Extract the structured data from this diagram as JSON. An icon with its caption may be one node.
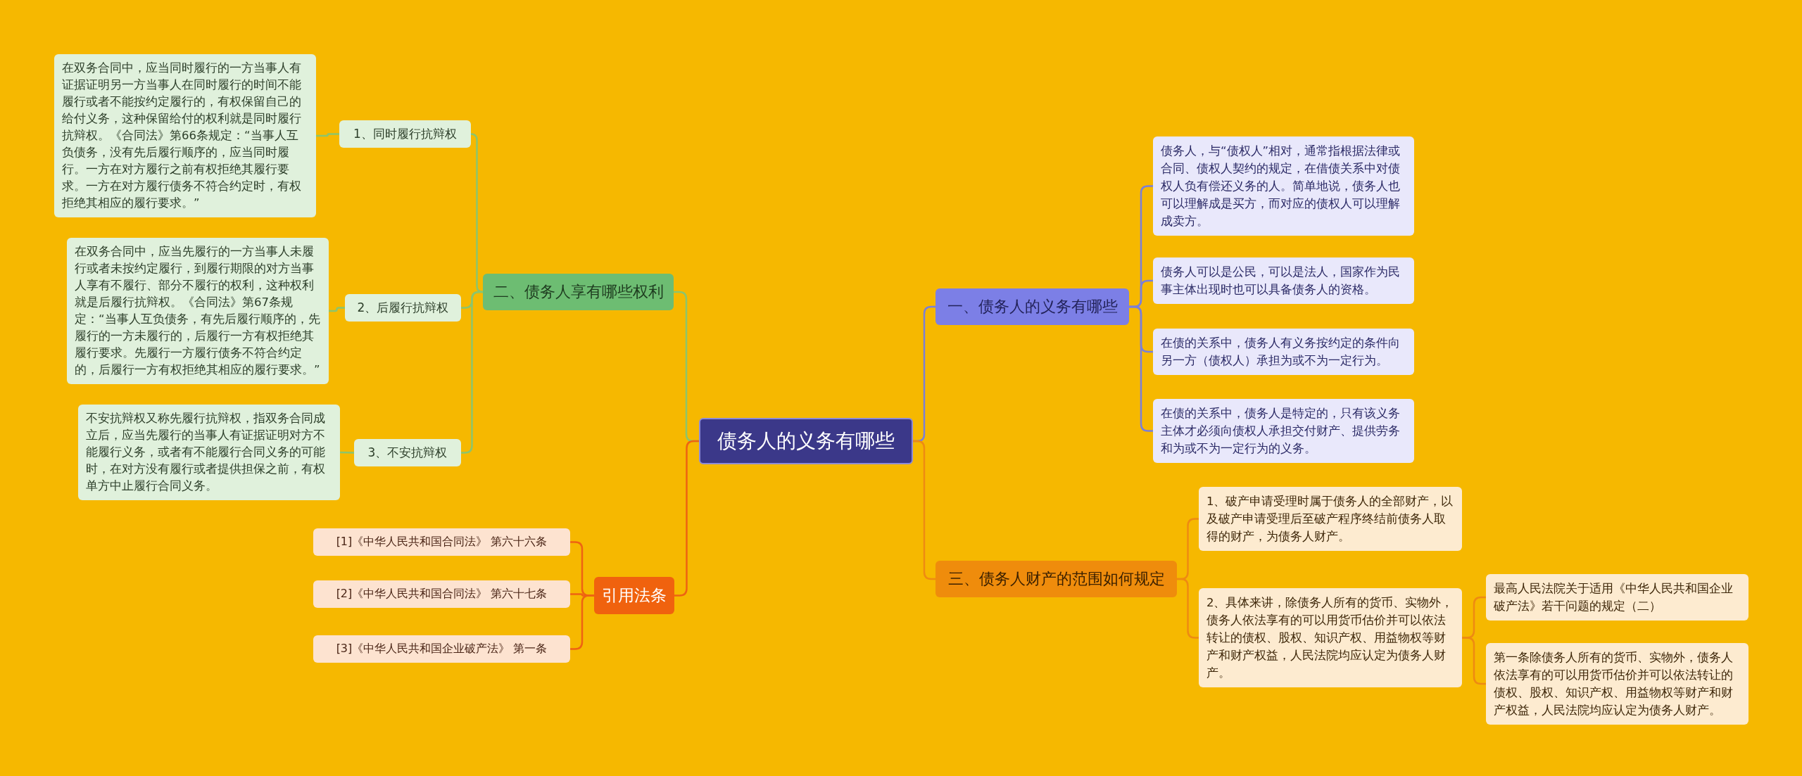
{
  "diagram": {
    "nodes": [
      {
        "text": [
          "债务人的义务有哪些"
        ]
      },
      {
        "text": [
          "一、债务人的义务有哪些"
        ]
      },
      {
        "text": [
          "债务人，与“债权人”相对，通常指根据法律或合同、债权人契约的规定，在借债关系中对债权人负有偿还义务的人。简单地说，债务人也可以理解成是买方，而对应的债权人可以理解成卖方。"
        ]
      },
      {
        "text": [
          "债务人可以是公民，可以是法人，国家作为民事主体出现时也可以具备债务人的资格。"
        ]
      },
      {
        "text": [
          "在债的关系中，债务人有义务按约定的条件向另一方（债权人）承担为或不为一定行为。"
        ]
      },
      {
        "text": [
          "在债的关系中，债务人是特定的，只有该义务主体才必须向债权人承担交付财产、提供劳务和为或不为一定行为的义务。"
        ]
      },
      {
        "text": [
          "三、债务人财产的范围如何规定"
        ]
      },
      {
        "text": [
          "1、破产申请受理时属于债务人的全部财产，以及破产申请受理后至破产程序终结前债务人取得的财产，为债务人财产。"
        ]
      },
      {
        "text": [
          "2、具体来讲，除债务人所有的货币、实物外，债务人依法享有的可以用货币估价并可以依法转让的债权、股权、知识产权、用益物权等财产和财产权益，人民法院均应认定为债务人财产。"
        ]
      },
      {
        "text": [
          "最高人民法院关于适用《中华人民共和国企业破产法》若干问题的规定（二）"
        ]
      },
      {
        "text": [
          "第一条除债务人所有的货币、实物外，债务人依法享有的可以用货币估价并可以依法转让的债权、股权、知识产权、用益物权等财产和财产权益，人民法院均应认定为债务人财产。"
        ]
      },
      {
        "text": [
          "二、债务人享有哪些权利"
        ]
      },
      {
        "text": [
          "1、同时履行抗辩权"
        ]
      },
      {
        "text": [
          "在双务合同中，应当同时履行的一方当事人有证据证明另一方当事人在同时履行的时间不能履行或者不能按约定履行的，有权保留自己的给付义务，这种保留给付的权利就是同时履行抗辩权。《合同法》第66条规定：“当事人互负债务，没有先后履行顺序的，应当同时履行。一方在对方履行之前有权拒绝其履行要求。一方在对方履行债务不符合约定时，有权拒绝其相应的履行要求。”"
        ]
      },
      {
        "text": [
          "2、后履行抗辩权"
        ]
      },
      {
        "text": [
          "在双务合同中，应当先履行的一方当事人未履行或者未按约定履行，到履行期限的对方当事人享有不履行、部分不履行的权利，这种权利就是后履行抗辩权。《合同法》第67条规定：“当事人互负债务，有先后履行顺序的，先履行的一方未履行的，后履行一方有权拒绝其履行要求。先履行一方履行债务不符合约定的，后履行一方有权拒绝其相应的履行要求。”"
        ]
      },
      {
        "text": [
          "3、不安抗辩权"
        ]
      },
      {
        "text": [
          "不安抗辩权又称先履行抗辩权，指双务合同成立后，应当先履行的当事人有证据证明对方不能履行义务，或者有不能履行合同义务的可能时，在对方没有履行或者提供担保之前，有权单方中止履行合同义务。"
        ]
      },
      {
        "text": [
          "引用法条"
        ]
      },
      {
        "text": [
          "[1]《中华人民共和国合同法》 第六十六条"
        ]
      },
      {
        "text": [
          "[2]《中华人民共和国合同法》 第六十七条"
        ]
      },
      {
        "text": [
          "[3]《中华人民共和国企业破产法》 第一条"
        ]
      }
    ],
    "edges": [
      {
        "from": 0,
        "to": 1,
        "arrow": "none",
        "color": "#7b7fd8"
      },
      {
        "from": 1,
        "to": 2,
        "arrow": "none",
        "color": "#7b7fd8"
      },
      {
        "from": 1,
        "to": 3,
        "arrow": "none",
        "color": "#7b7fd8"
      },
      {
        "from": 1,
        "to": 4,
        "arrow": "none",
        "color": "#7b7fd8"
      },
      {
        "from": 1,
        "to": 5,
        "arrow": "none",
        "color": "#7b7fd8"
      },
      {
        "from": 0,
        "to": 6,
        "arrow": "none",
        "color": "#ee8a12"
      },
      {
        "from": 6,
        "to": 7,
        "arrow": "none",
        "color": "#ee8a12"
      },
      {
        "from": 6,
        "to": 8,
        "arrow": "none",
        "color": "#ee8a12"
      },
      {
        "from": 8,
        "to": 9,
        "arrow": "none",
        "color": "#ee8a12"
      },
      {
        "from": 8,
        "to": 10,
        "arrow": "none",
        "color": "#ee8a12"
      },
      {
        "from": 0,
        "to": 11,
        "arrow": "none"
      },
      {
        "from": 11,
        "to": 12,
        "arrow": "none"
      },
      {
        "from": 12,
        "to": 13,
        "arrow": "none"
      },
      {
        "from": 11,
        "to": 14,
        "arrow": "none"
      },
      {
        "from": 14,
        "to": 15,
        "arrow": "none"
      },
      {
        "from": 11,
        "to": 16,
        "arrow": "none"
      },
      {
        "from": 16,
        "to": 17,
        "arrow": "none"
      },
      {
        "from": 0,
        "to": 18,
        "arrow": "none",
        "color": "#ee6312"
      },
      {
        "from": 18,
        "to": 19,
        "arrow": "none",
        "color": "#ee6312"
      },
      {
        "from": 18,
        "to": 20,
        "arrow": "none",
        "color": "#ee6312"
      },
      {
        "from": 18,
        "to": 21,
        "arrow": "none",
        "color": "#ee6312"
      }
    ]
  }
}
